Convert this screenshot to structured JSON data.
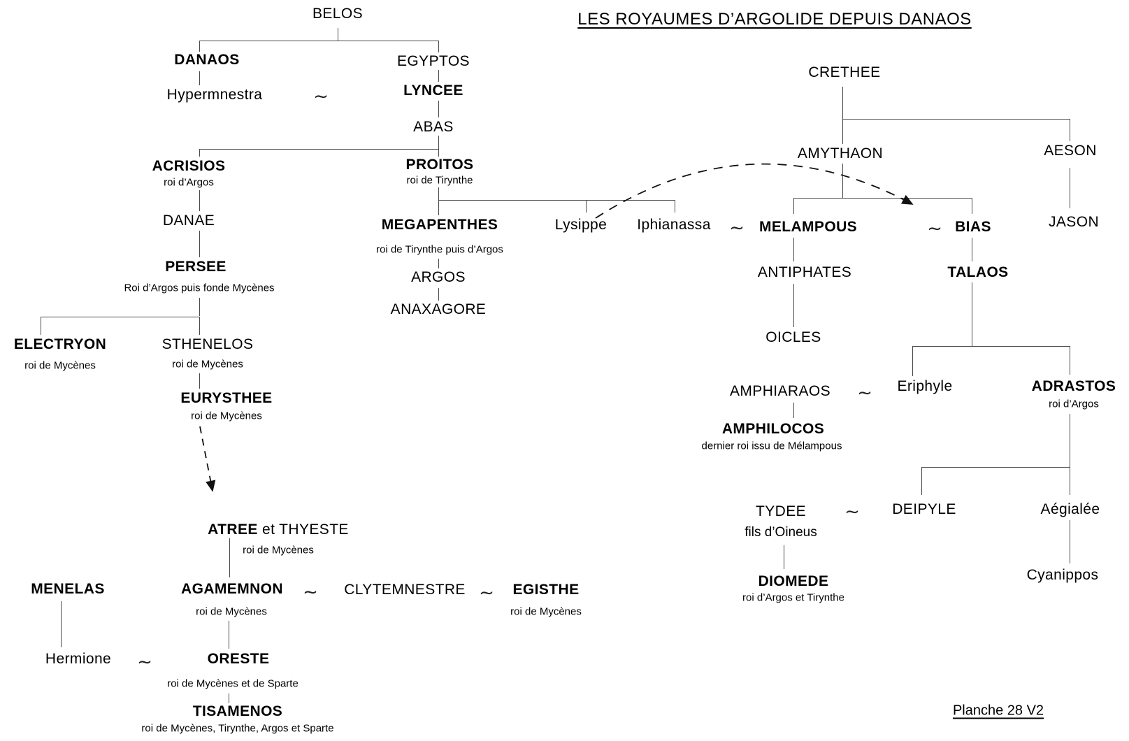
{
  "title": {
    "text": "LES ROYAUMES D’ARGOLIDE DEPUIS DANAOS"
  },
  "plate": {
    "text": "Planche 28 V2"
  },
  "symbols": {
    "tilde": "∼"
  },
  "nodes": {
    "belos": {
      "label": "BELOS"
    },
    "danaos": {
      "label": "DANAOS"
    },
    "hypermnestra": {
      "label": "Hypermnestra"
    },
    "egyptos": {
      "label": "EGYPTOS"
    },
    "lyncee": {
      "label": "LYNCEE"
    },
    "abas": {
      "label": "ABAS"
    },
    "acrisios": {
      "label": "ACRISIOS",
      "caption": "roi d’Argos"
    },
    "proitos": {
      "label": "PROITOS",
      "caption": "roi de Tirynthe"
    },
    "danae": {
      "label": "DANAE"
    },
    "persee": {
      "label": "PERSEE",
      "caption": "Roi d’Argos puis fonde Mycènes"
    },
    "megapenthes": {
      "label": "MEGAPENTHES",
      "caption": "roi de Tirynthe puis d’Argos"
    },
    "argos": {
      "label": "ARGOS"
    },
    "anaxagore": {
      "label": "ANAXAGORE"
    },
    "lysippe": {
      "label": "Lysippe"
    },
    "iphianassa": {
      "label": "Iphianassa"
    },
    "melampous": {
      "label": "MELAMPOUS"
    },
    "bias": {
      "label": "BIAS"
    },
    "electryon": {
      "label": "ELECTRYON",
      "caption": "roi de Mycènes"
    },
    "sthenelos": {
      "label": "STHENELOS",
      "caption": "roi de Mycènes"
    },
    "eurysthee": {
      "label": "EURYSTHEE",
      "caption": "roi de Mycènes"
    },
    "atree": {
      "label_bold": "ATREE",
      "label_rest": " et THYESTE",
      "caption": "roi de Mycènes"
    },
    "menelas": {
      "label": "MENELAS"
    },
    "agamemnon": {
      "label": "AGAMEMNON",
      "caption": "roi de Mycènes"
    },
    "clytemnestre": {
      "label": "CLYTEMNESTRE"
    },
    "egisthe": {
      "label": "EGISTHE",
      "caption": "roi de Mycènes"
    },
    "hermione": {
      "label": "Hermione"
    },
    "oreste": {
      "label": "ORESTE",
      "caption": "roi de Mycènes et de Sparte"
    },
    "tisamenos": {
      "label": "TISAMENOS",
      "caption": "roi de Mycènes, Tirynthe, Argos et Sparte"
    },
    "crethee": {
      "label": "CRETHEE"
    },
    "amythaon": {
      "label": "AMYTHAON"
    },
    "aeson": {
      "label": "AESON"
    },
    "jason": {
      "label": "JASON"
    },
    "antiphates": {
      "label": "ANTIPHATES"
    },
    "talaos": {
      "label": "TALAOS"
    },
    "oicles": {
      "label": "OICLES"
    },
    "amphiaraos": {
      "label": "AMPHIARAOS"
    },
    "eriphyle": {
      "label": "Eriphyle"
    },
    "adrastos": {
      "label": "ADRASTOS",
      "caption": "roi d’Argos"
    },
    "amphilocos": {
      "label": "AMPHILOCOS",
      "caption": "dernier roi issu de Mélampous"
    },
    "tydee": {
      "label": "TYDEE",
      "caption": "fils d’Oineus"
    },
    "deipyle": {
      "label": "DEIPYLE"
    },
    "aegialee": {
      "label": "Aégialée"
    },
    "cyanippos": {
      "label": "Cyanippos"
    },
    "diomede": {
      "label": "DIOMEDE",
      "caption": "roi d’Argos et Tirynthe"
    }
  },
  "colors": {
    "text": "#000000",
    "line": "#4a4a4a"
  }
}
